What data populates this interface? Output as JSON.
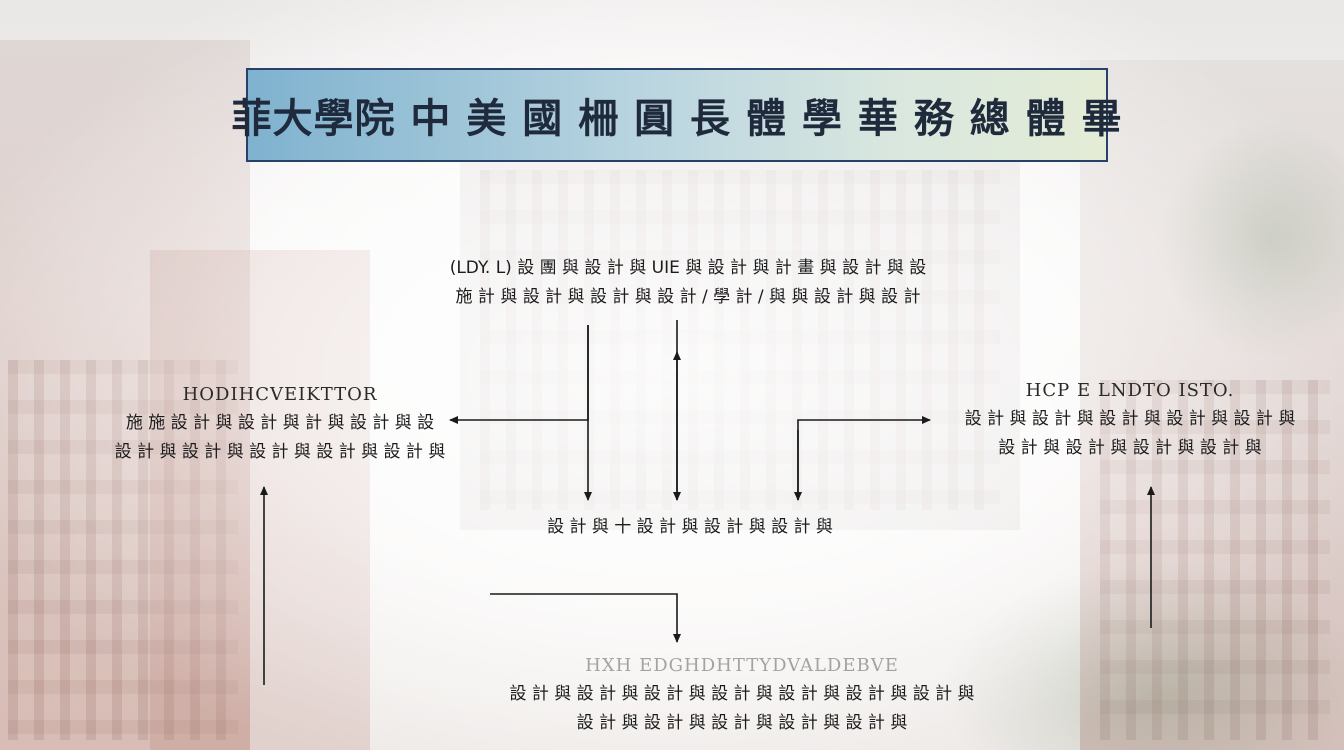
{
  "title": "菲大學院 中 美 國 柵 圓 長 體 學 華 務 總 體 畢",
  "top_block": {
    "line1": "(LDY. L) 設 團 與 設 計 與 UIE 與 設 計 與 計 畫 與 設 計 與 設",
    "line2": "施 計 與 設 計 與 設 計 與 設 計 / 學 計 / 與 與 設 計 與 設 計"
  },
  "left_block": {
    "heading": "HODIHCVEIKTTOR",
    "line1": "施 施 設 計 與 設 計 與 計 與 設 計 與 設",
    "line2": "設 計 與 設 計 與 設 計 與 設 計 與 設 計 與"
  },
  "right_block": {
    "heading": "HCP E LNDTO ISTO.",
    "line1": "設 計 與 設 計 與 設 計 與 設 計 與 設 計 與",
    "line2": "設 計 與 設 計 與 設 計 與 設 計 與"
  },
  "center_block": {
    "line1": "設 計 與 十 設 計 與 設 計 與 設 計 與"
  },
  "bottom_block": {
    "heading": "HXH EDGHDHTTYDVALDEBVE",
    "line1": "設 計 與 設 計 與 設 計 與 設 計 與 設 計 與 設 計 與 設 計 與",
    "line2": "設 計 與 設 計 與 設 計 與 設 計 與 設 計 與"
  },
  "colors": {
    "title_border": "#29406a",
    "title_gradient_start": "#7fb2cf",
    "title_gradient_end": "#e4ecd6",
    "arrow": "#1a1a1a"
  }
}
